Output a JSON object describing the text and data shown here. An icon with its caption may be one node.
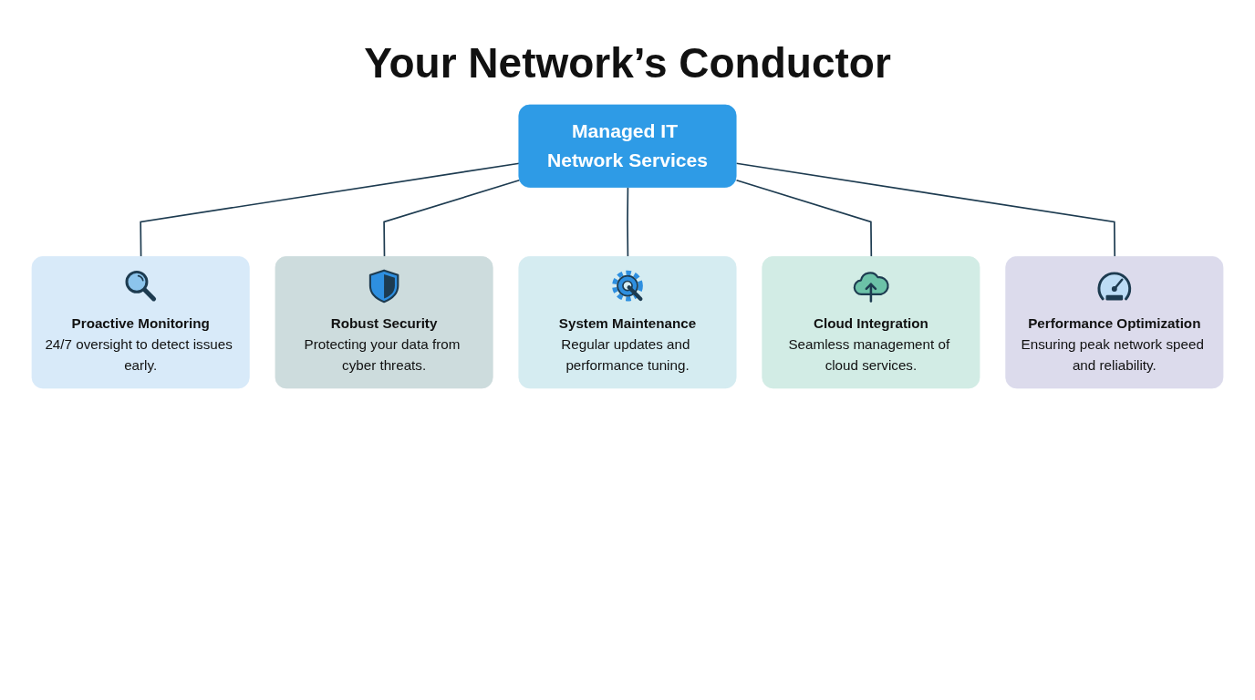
{
  "diagram": {
    "title": "Your Network’s Conductor",
    "nodes": [
      {
        "text": [
          "Managed IT Network Services"
        ]
      },
      {
        "text": [
          "Proactive Monitoring",
          "24/7 oversight to detect issues early."
        ]
      },
      {
        "text": [
          "Robust Security",
          "Protecting your data from cyber threats."
        ]
      },
      {
        "text": [
          "System Maintenance",
          "Regular updates and performance tuning."
        ]
      },
      {
        "text": [
          "Cloud Integration",
          "Seamless management of cloud services."
        ]
      },
      {
        "text": [
          "Performance Optimization",
          "Ensuring peak network speed and reliability."
        ]
      }
    ],
    "edges": [
      {
        "from": 0,
        "to": 1,
        "arrow": "none"
      },
      {
        "from": 0,
        "to": 2,
        "arrow": "none"
      },
      {
        "from": 0,
        "to": 3,
        "arrow": "none"
      },
      {
        "from": 0,
        "to": 4,
        "arrow": "none"
      },
      {
        "from": 0,
        "to": 5,
        "arrow": "none"
      }
    ]
  }
}
